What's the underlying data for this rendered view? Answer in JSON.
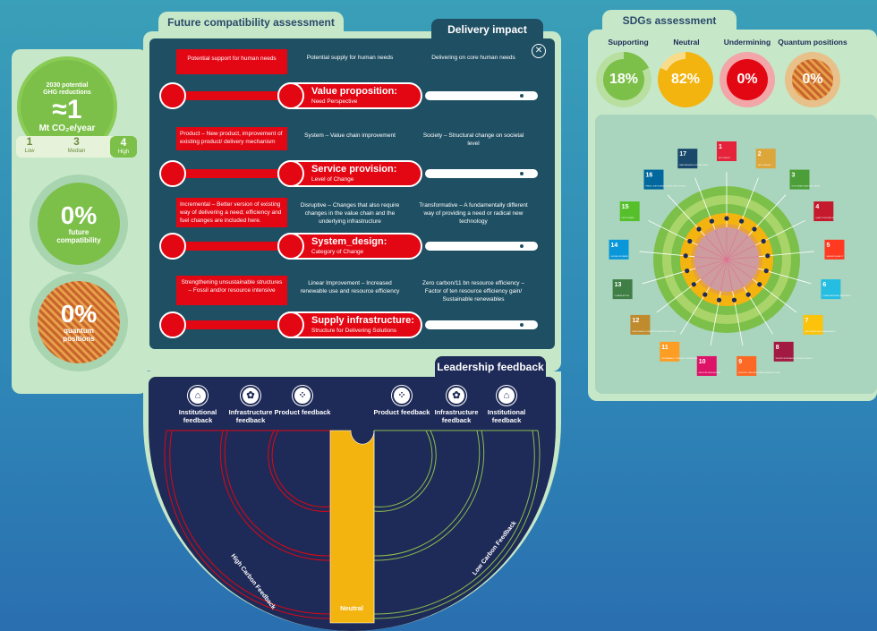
{
  "left_panel": {
    "ghg": {
      "caption": "2030 potential GHG reductions",
      "value": "≈1",
      "unit": "Mt CO₂e/year"
    },
    "scale": [
      {
        "num": "1",
        "label": "Low"
      },
      {
        "num": "3",
        "label": "Median"
      },
      {
        "num": "4",
        "label": "High"
      }
    ],
    "future": {
      "value": "0%",
      "label": "future compatibility"
    },
    "quantum": {
      "value": "0%",
      "label": "quantum positions"
    }
  },
  "tabs": {
    "future": "Future compatibility assessment",
    "delivery": "Delivery impact",
    "leadership": "Leadership feedback",
    "sdgs": "SDGs assessment"
  },
  "delivery": {
    "close": "✕",
    "rows": [
      {
        "options": [
          "Potential support for human needs",
          "Potential supply for human needs",
          "Delivering on core human needs"
        ],
        "title": "Value proposition:",
        "subtitle": "Need Perspective"
      },
      {
        "options": [
          "Product – New product, improvement of existing product/ delivery mechanism",
          "System – Value chain improvement",
          "Society – Structural change on societal level"
        ],
        "title": "Service provision:",
        "subtitle": "Level of Change"
      },
      {
        "options": [
          "Incremental – Better version of existing way of delivering a need; efficiency and fuel changes are included here.",
          "Disruptive – Changes that also require changes in the value chain and the underlying infrastructure",
          "Transformative – A fundamentally different way of providing a need or radical new technology"
        ],
        "title": "System_design:",
        "subtitle": "Category of Change"
      },
      {
        "options": [
          "Strengthening unsustainable structures – Fossil and/or resource intensive",
          "Linear Improvement – Increased renewable use and resource efficiency",
          "Zero carbon/11 bn resource efficiency – Factor of ten resource efficiency gain/ Sustainable renewables"
        ],
        "title": "Supply infrastructure:",
        "subtitle": "Structure for Delivering Solutions"
      }
    ]
  },
  "leadership": {
    "left_items": [
      "Institutional feedback",
      "Infrastructure feedback",
      "Product feedback"
    ],
    "right_items": [
      "Product feedback",
      "Infrastructure feedback",
      "Institutional feedback"
    ],
    "high_label": "High Carbon Feedback",
    "low_label": "Low Carbon Feedback",
    "neutral_label": "Neutral"
  },
  "sdgs": {
    "headers": [
      "Supporting",
      "Neutral",
      "Undermining",
      "Quantum positions"
    ],
    "values": [
      "18%",
      "82%",
      "0%",
      "0%"
    ],
    "supporting_fraction": 0.18,
    "neutral_fraction": 0.82,
    "tiles": [
      {
        "num": "1",
        "label": "NO POVERTY",
        "color": "#e5243b"
      },
      {
        "num": "2",
        "label": "ZERO HUNGER",
        "color": "#dda63a"
      },
      {
        "num": "3",
        "label": "GOOD HEALTH AND WELL-BEING",
        "color": "#4c9f38"
      },
      {
        "num": "4",
        "label": "QUALITY EDUCATION",
        "color": "#c5192d"
      },
      {
        "num": "5",
        "label": "GENDER EQUALITY",
        "color": "#ff3a21"
      },
      {
        "num": "6",
        "label": "CLEAN WATER AND SANITATION",
        "color": "#26bde2"
      },
      {
        "num": "7",
        "label": "AFFORDABLE AND CLEAN ENERGY",
        "color": "#fcc30b"
      },
      {
        "num": "8",
        "label": "DECENT WORK AND ECONOMIC GROWTH",
        "color": "#a21942"
      },
      {
        "num": "9",
        "label": "INDUSTRY, INNOVATION AND INFRASTRUCTURE",
        "color": "#fd6925"
      },
      {
        "num": "10",
        "label": "REDUCED INEQUALITIES",
        "color": "#dd1367"
      },
      {
        "num": "11",
        "label": "SUSTAINABLE CITIES AND COMMUNITIES",
        "color": "#fd9d24"
      },
      {
        "num": "12",
        "label": "RESPONSIBLE CONSUMPTION AND PRODUCTION",
        "color": "#bf8b2e"
      },
      {
        "num": "13",
        "label": "CLIMATE ACTION",
        "color": "#3f7e44"
      },
      {
        "num": "14",
        "label": "LIFE BELOW WATER",
        "color": "#0a97d9"
      },
      {
        "num": "15",
        "label": "LIFE ON LAND",
        "color": "#56c02b"
      },
      {
        "num": "16",
        "label": "PEACE, JUSTICE AND STRONG INSTITUTIONS",
        "color": "#00689d"
      },
      {
        "num": "17",
        "label": "PARTNERSHIPS FOR THE GOALS",
        "color": "#19486a"
      }
    ]
  }
}
